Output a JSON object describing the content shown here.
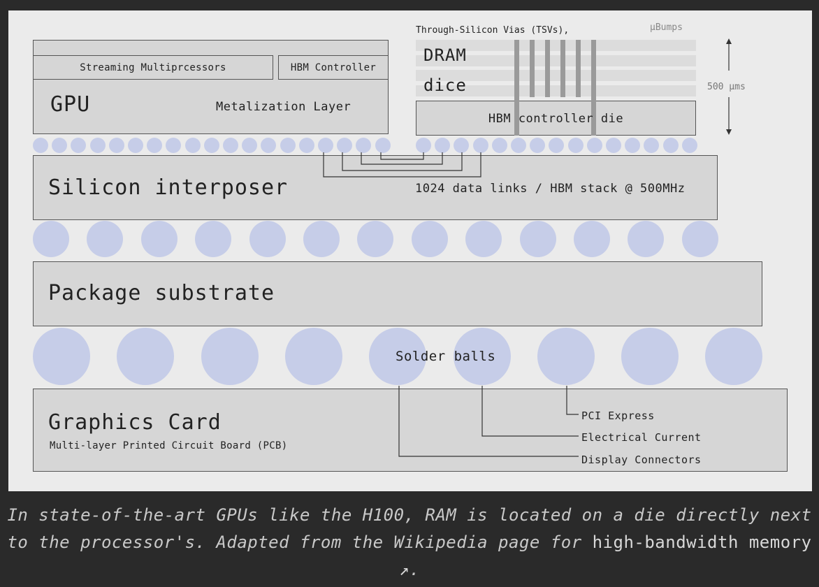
{
  "gpu": {
    "label": "GPU",
    "sm_label": "Streaming Multiprcessors",
    "hbm_ctrl_label": "HBM Controller",
    "metalization_label": "Metalization Layer"
  },
  "hbm_stack": {
    "tsv_label": "Through-Silicon Vias (TSVs),",
    "ubumps_label": "µBumps",
    "dram_label": "DRAM",
    "dice_label": "dice",
    "controller_die_label": "HBM controller die",
    "height_label": "500 µms"
  },
  "interposer": {
    "label": "Silicon interposer",
    "links_label": "1024 data links / HBM stack @ 500MHz"
  },
  "substrate": {
    "label": "Package substrate"
  },
  "solder": {
    "label": "Solder balls"
  },
  "card": {
    "label": "Graphics Card",
    "sublabel": "Multi-layer Printed Circuit Board (PCB)",
    "connections": [
      "PCI Express",
      "Electrical Current",
      "Display Connectors"
    ]
  },
  "caption": {
    "text": "In state-of-the-art GPUs like the H100, RAM is located on a die directly next to the processor's. Adapted from the Wikipedia page for",
    "link_text": "high-bandwidth memory ↗",
    "end": "."
  },
  "colors": {
    "bump": "#c6cde8",
    "box": "#d6d6d6",
    "background": "#ebebeb",
    "page": "#2a2a2a"
  }
}
